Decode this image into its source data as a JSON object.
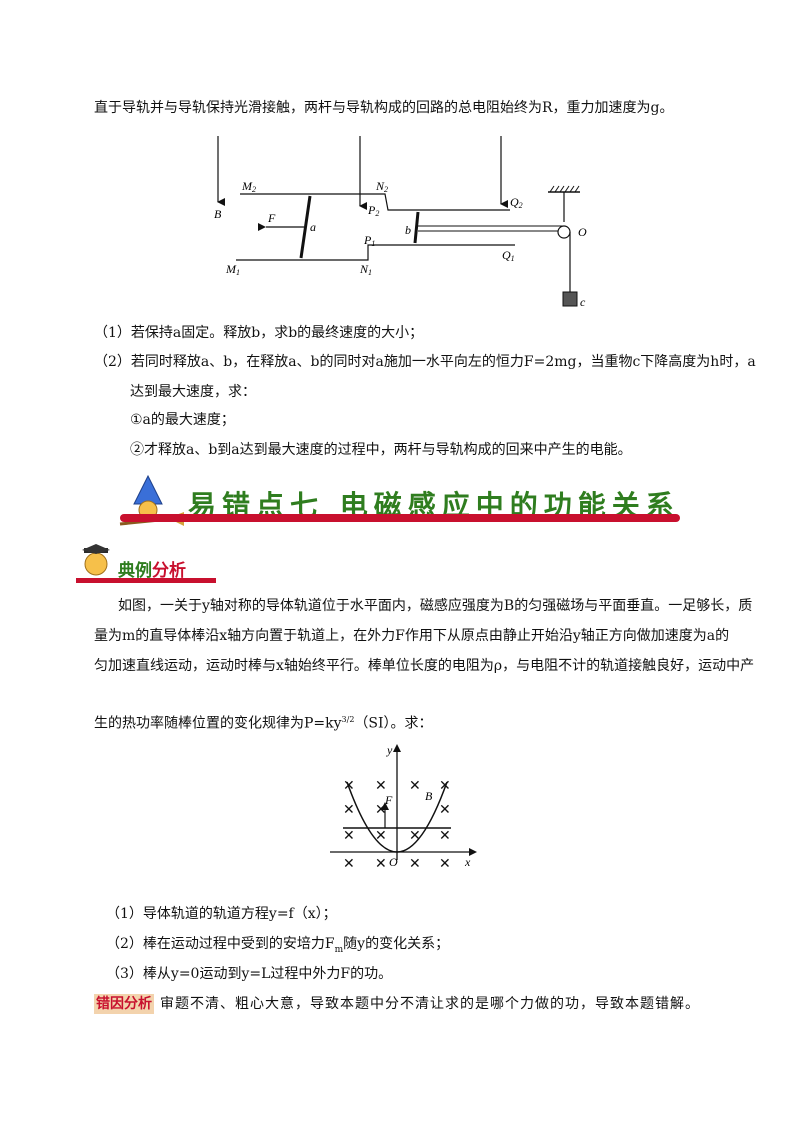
{
  "intro_line": "直于导轨并与导轨保持光滑接触，两杆与导轨构成的回路的总电阻始终为R，重力加速度为g。",
  "fig1": {
    "labels": {
      "B": "B",
      "M2": "M",
      "M2s": "2",
      "N2": "N",
      "N2s": "2",
      "P2": "P",
      "P2s": "2",
      "Q2": "Q",
      "Q2s": "2",
      "F": "F",
      "a": "a",
      "b": "b",
      "O": "O",
      "P1": "P",
      "P1s": "1",
      "Q1": "Q",
      "Q1s": "1",
      "M1": "M",
      "M1s": "1",
      "N1": "N",
      "N1s": "1",
      "c": "c"
    }
  },
  "questions1": {
    "q1": "（1）若保持a固定。释放b，求b的最终速度的大小；",
    "q2a": "（2）若同时释放a、b，在释放a、b的同时对a施加一水平向左的恒力F=2mg，当重物c下降高度为h时，a",
    "q2b": "达到最大速度，求：",
    "q2c": "①a的最大速度；",
    "q2d": "②才释放a、b到a达到最大速度的过程中，两杆与导轨构成的回来中产生的电能。"
  },
  "banner": {
    "title": "易错点七  电磁感应中的功能关系"
  },
  "section": {
    "part1": "典例",
    "part2": "分析"
  },
  "problem": {
    "l1": "如图，一关于y轴对称的导体轨道位于水平面内，磁感应强度为B的匀强磁场与平面垂直。一足够长，质",
    "l2": "量为m的直导体棒沿x轴方向置于轨道上，在外力F作用下从原点由静止开始沿y轴正方向做加速度为a的",
    "l3": "匀加速直线运动，运动时棒与x轴始终平行。棒单位长度的电阻为ρ，与电阻不计的轨道接触良好，运动中产",
    "l4a": "生的热功率随棒位置的变化规律为P=ky",
    "l4sup": "3/2",
    "l4b": "（SI）。求："
  },
  "fig2": {
    "labels": {
      "y": "y",
      "x": "x",
      "O": "O",
      "F": "F",
      "B": "B"
    },
    "cross_glyph": "✕"
  },
  "questions2": {
    "q1": "（1）导体轨道的轨道方程y=f（x）；",
    "q2a": "（2）棒在运动过程中受到的安培力F",
    "q2sub": "m",
    "q2b": "随y的变化关系；",
    "q3": "（3）棒从y=0运动到y=L过程中外力F的功。"
  },
  "error": {
    "label": "错因分析",
    "text": "审题不清、粗心大意，导致本题中分不清让求的是哪个力做的功，导致本题错解。"
  },
  "colors": {
    "green": "#2f7d1f",
    "red": "#c8102e",
    "label_bg": "#f3d3ad"
  }
}
